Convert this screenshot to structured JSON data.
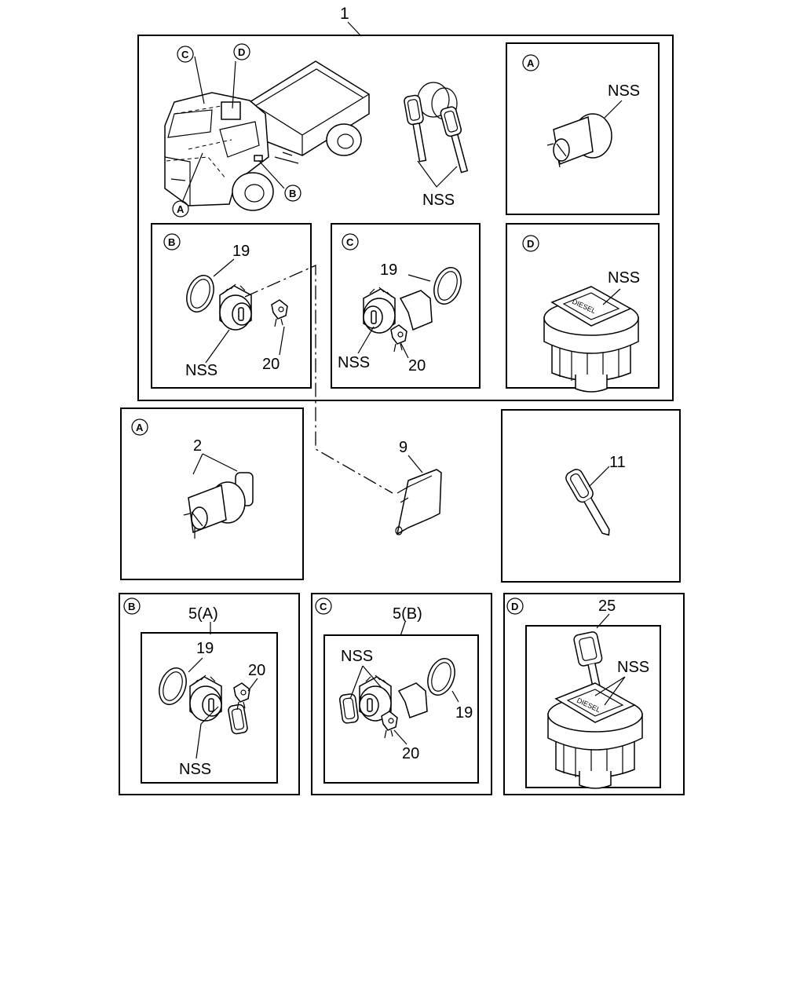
{
  "assembly": {
    "number": "1"
  },
  "truck": {
    "callouts": [
      "A",
      "B",
      "C",
      "D"
    ]
  },
  "keys_top": {
    "label": "NSS"
  },
  "panels": {
    "top_a": {
      "letter": "A",
      "label": "NSS"
    },
    "top_b": {
      "letter": "B",
      "ring": "19",
      "clip": "20",
      "nss": "NSS"
    },
    "top_c": {
      "letter": "C",
      "ring": "19",
      "clip": "20",
      "nss": "NSS"
    },
    "top_d": {
      "letter": "D",
      "label": "NSS",
      "cap_text": "DIESEL"
    },
    "mid_a": {
      "letter": "A",
      "part": "2"
    },
    "mid_rod": {
      "part": "9"
    },
    "mid_key": {
      "part": "11"
    },
    "bot_b": {
      "letter": "B",
      "kit": "5(A)",
      "ring": "19",
      "clip": "20",
      "nss": "NSS"
    },
    "bot_c": {
      "letter": "C",
      "kit": "5(B)",
      "ring": "19",
      "clip": "20",
      "nss": "NSS"
    },
    "bot_d": {
      "letter": "D",
      "kit": "25",
      "nss": "NSS",
      "cap_text": "DIESEL"
    }
  }
}
